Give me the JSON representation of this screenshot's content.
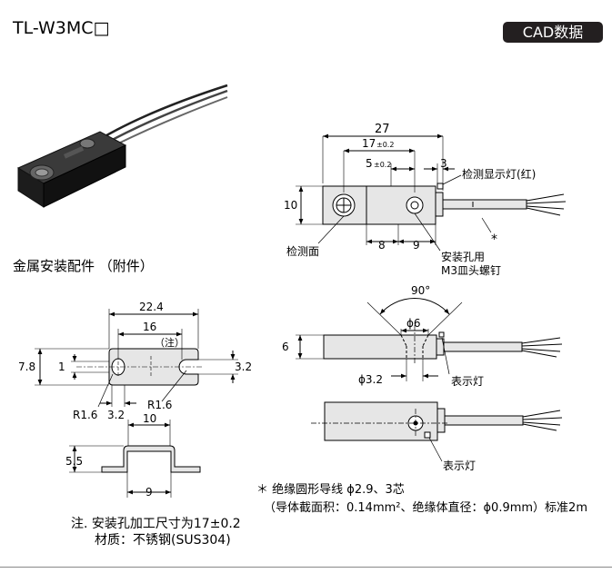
{
  "header": {
    "title": "TL-W3MC□",
    "badge": "CAD数据"
  },
  "section": {
    "heading": "金属安装配件 （附件）"
  },
  "sensor_top_view": {
    "dim_length": "27",
    "dim_hole_pitch": "17",
    "dim_hole_pitch_tol": "±0.2",
    "dim_hole_offset": "5",
    "dim_hole_offset_tol": "±0.2",
    "dim_led_gap": "3",
    "dim_height": "10",
    "dim_8": "8",
    "dim_9": "9",
    "label_led": "检测显示灯(红)",
    "label_face": "检测面",
    "label_hole_1": "安装孔用",
    "label_hole_2": "M3皿头螺钉",
    "asterisk": "*"
  },
  "sensor_side_view": {
    "angle": "90°",
    "dim_hole_dia": "ϕ6",
    "dim_height": "6",
    "dim_hole_small": "ϕ3.2",
    "label_indicator": "表示灯"
  },
  "sensor_back_view": {
    "label_indicator": "表示灯"
  },
  "bracket_top_view": {
    "dim_width": "22.4",
    "dim_pitch": "16",
    "note_marker": "（注）",
    "dim_height": "7.8",
    "dim_1": "1",
    "dim_3_2": "3.2",
    "dim_r_left": "R1.6",
    "dim_bottom": "3.2",
    "dim_r_right": "R1.6"
  },
  "bracket_side_view": {
    "dim_10": "10",
    "dim_5_5": "5.5",
    "dim_9": "9"
  },
  "notes": {
    "cable_line1": "＊ 绝缘圆形导线  ϕ2.9、3芯",
    "cable_line2": "（导体截面积：0.14mm²、绝缘体直径：ϕ0.9mm）标准2m",
    "note_line1": "注. 安装孔加工尺寸为17±0.2",
    "note_line2": "材质：不锈钢(SUS304)"
  }
}
